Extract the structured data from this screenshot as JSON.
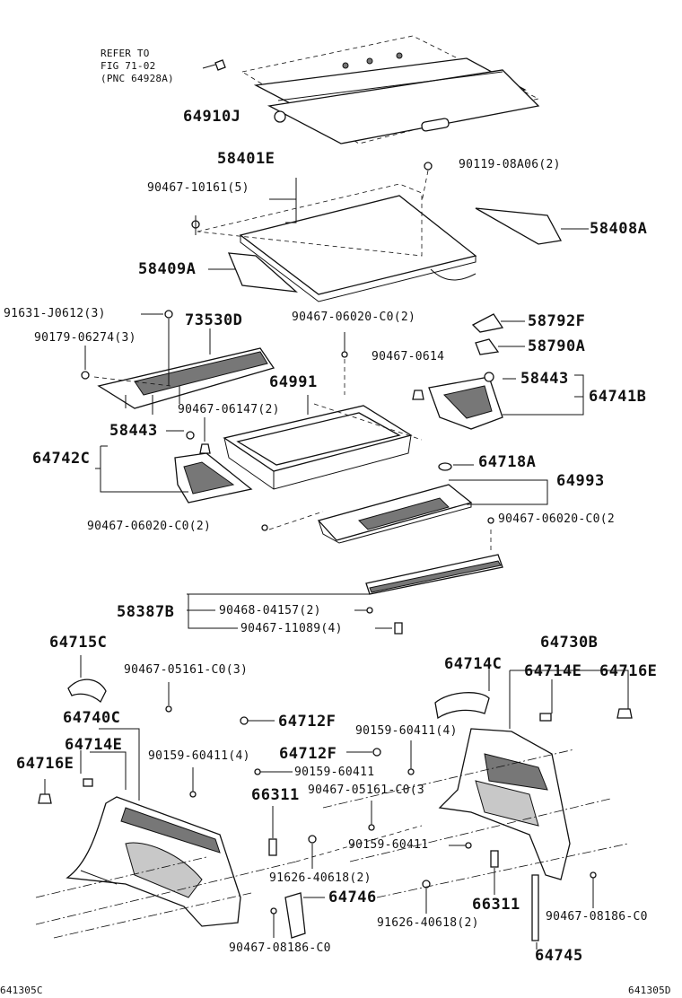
{
  "refer_note": {
    "line1": "REFER TO",
    "line2": "FIG 71-02",
    "line3": "(PNC 64928A)"
  },
  "labels": {
    "p64910J": "64910J",
    "p58401E": "58401E",
    "p90467_10161": "90467-10161(5)",
    "p90119_08A06": "90119-08A06(2)",
    "p58408A": "58408A",
    "p58409A": "58409A",
    "p91631_J0612": "91631-J0612(3)",
    "p73530D": "73530D",
    "p90179_06274": "90179-06274(3)",
    "p90467_06020_top": "90467-06020-C0(2)",
    "p58792F": "58792F",
    "p58790A": "58790A",
    "p90467_0614_r": "90467-0614",
    "p58443_r": "58443",
    "p64741B": "64741B",
    "p64991": "64991",
    "p90467_06147": "90467-06147(2)",
    "p58443_l": "58443",
    "p64742C": "64742C",
    "p64718A": "64718A",
    "p64993": "64993",
    "p90467_06020_l": "90467-06020-C0(2)",
    "p90467_06020_r": "90467-06020-C0(2",
    "p58387B": "58387B",
    "p90468_04157": "90468-04157(2)",
    "p90467_11089": "90467-11089(4)",
    "p64715C": "64715C",
    "p90467_05161_l": "90467-05161-C0(3)",
    "p64730B": "64730B",
    "p64714C": "64714C",
    "p64714E_r": "64714E",
    "p64716E_r": "64716E",
    "p64740C": "64740C",
    "p64712F_a": "64712F",
    "p64714E_l": "64714E",
    "p90159_60411_4r": "90159-60411(4)",
    "p64716E_l": "64716E",
    "p90159_60411_4l": "90159-60411(4)",
    "p64712F_b": "64712F",
    "p90159_60411_a": "90159-60411",
    "p90467_05161_r": "90467-05161-C0(3",
    "p66311_l": "66311",
    "p90159_60411_b": "90159-60411",
    "p91626_40618_l": "91626-40618(2)",
    "p64746": "64746",
    "p66311_r": "66311",
    "p91626_40618_r": "91626-40618(2)",
    "p90467_08186_r": "90467-08186-C0",
    "p90467_08186_l": "90467-08186-C0",
    "p64745": "64745",
    "code_left": "641305C",
    "code_right": "641305D"
  }
}
